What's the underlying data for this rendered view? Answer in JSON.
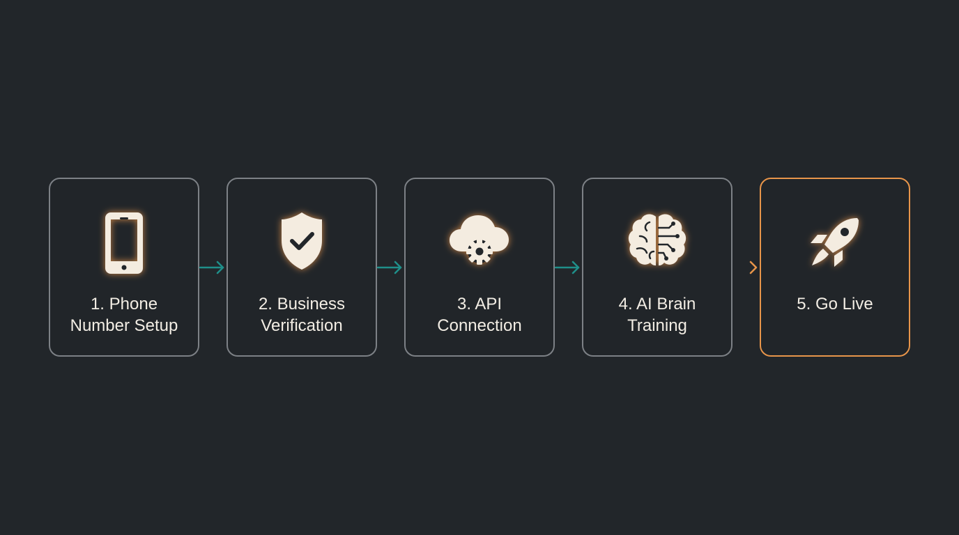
{
  "steps": [
    {
      "label_line1": "1. Phone",
      "label_line2": "Number Setup",
      "icon": "smartphone-icon"
    },
    {
      "label_line1": "2. Business",
      "label_line2": "Verification",
      "icon": "shield-check-icon"
    },
    {
      "label_line1": "3. API",
      "label_line2": "Connection",
      "icon": "cloud-gear-icon"
    },
    {
      "label_line1": "4. AI Brain",
      "label_line2": "Training",
      "icon": "brain-circuit-icon"
    },
    {
      "label_line1": "5. Go Live",
      "label_line2": "",
      "icon": "rocket-icon"
    }
  ],
  "colors": {
    "background": "#22262a",
    "box_border": "#7d8186",
    "active_border": "#e8954a",
    "arrow": "#1f8f8a",
    "arrow_final": "#e8954a",
    "icon_fill": "#f4ece0",
    "icon_glow": "#e8954a",
    "text": "#f2ede4"
  }
}
